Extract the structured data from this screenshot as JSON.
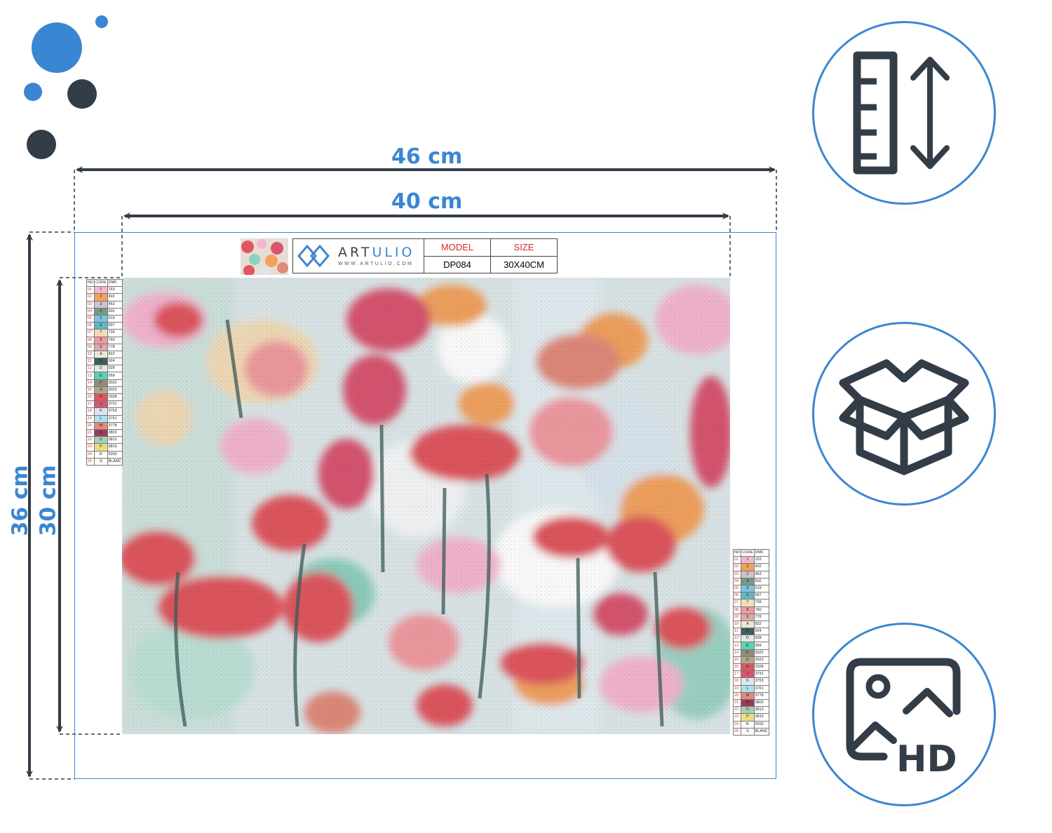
{
  "dimensions": {
    "outer_width": "46 cm",
    "inner_width": "40 cm",
    "outer_height": "36 cm",
    "inner_height": "30 cm"
  },
  "brand": {
    "name_part1": "ART",
    "name_part2": "ULIO",
    "url": "WWW.ARTULIO.COM"
  },
  "product_table": {
    "model_label": "MODEL",
    "size_label": "SIZE",
    "model_value": "DP084",
    "size_value": "30X40CM"
  },
  "legend": {
    "headers": [
      "NO",
      "CODE",
      "DMC"
    ],
    "rows": [
      {
        "no": "01",
        "code": "1",
        "dmc": "153",
        "color": "#f4b6d0"
      },
      {
        "no": "02",
        "code": "2",
        "dmc": "402",
        "color": "#f2a25e"
      },
      {
        "no": "03",
        "code": "3",
        "dmc": "453",
        "color": "#cfc3cf"
      },
      {
        "no": "04",
        "code": "4",
        "dmc": "502",
        "color": "#6e9c86"
      },
      {
        "no": "05",
        "code": "5",
        "dmc": "519",
        "color": "#7fc2dc"
      },
      {
        "no": "06",
        "code": "6",
        "dmc": "597",
        "color": "#5fb8c4"
      },
      {
        "no": "07",
        "code": "7",
        "dmc": "739",
        "color": "#f2dcb8"
      },
      {
        "no": "08",
        "code": "8",
        "dmc": "760",
        "color": "#f09aa0"
      },
      {
        "no": "09",
        "code": "9",
        "dmc": "778",
        "color": "#dba8ab"
      },
      {
        "no": "10",
        "code": "A",
        "dmc": "822",
        "color": "#ede6d6"
      },
      {
        "no": "11",
        "code": "C",
        "dmc": "924",
        "color": "#3e5e5a"
      },
      {
        "no": "12",
        "code": "D",
        "dmc": "928",
        "color": "#dfe9e6"
      },
      {
        "no": "13",
        "code": "E",
        "dmc": "959",
        "color": "#5fd0b4"
      },
      {
        "no": "14",
        "code": "F",
        "dmc": "3022",
        "color": "#8e8e7c"
      },
      {
        "no": "15",
        "code": "G",
        "dmc": "3023",
        "color": "#b0a690"
      },
      {
        "no": "16",
        "code": "H",
        "dmc": "3328",
        "color": "#e0565f"
      },
      {
        "no": "17",
        "code": "J",
        "dmc": "3731",
        "color": "#d8546f"
      },
      {
        "no": "18",
        "code": "K",
        "dmc": "3753",
        "color": "#dbe6f0"
      },
      {
        "no": "19",
        "code": "L",
        "dmc": "3761",
        "color": "#ace0ee"
      },
      {
        "no": "20",
        "code": "M",
        "dmc": "3778",
        "color": "#e08a7a"
      },
      {
        "no": "21",
        "code": "N",
        "dmc": "3803",
        "color": "#9c3a5c"
      },
      {
        "no": "22",
        "code": "O",
        "dmc": "3813",
        "color": "#a8d0b8"
      },
      {
        "no": "23",
        "code": "P",
        "dmc": "3819",
        "color": "#e8e080"
      },
      {
        "no": "24",
        "code": "R",
        "dmc": "5200",
        "color": "#ffffff"
      },
      {
        "no": "25",
        "code": "S",
        "dmc": "BLANC",
        "color": "#fcfbf7"
      }
    ]
  },
  "features": {
    "hd_label": "HD",
    "icons": [
      "ruler-height-icon",
      "open-box-icon",
      "hd-image-icon"
    ]
  },
  "colors": {
    "accent_blue": "#3b86d2",
    "dark_slate": "#333d47",
    "brand_red": "#d8282c"
  }
}
